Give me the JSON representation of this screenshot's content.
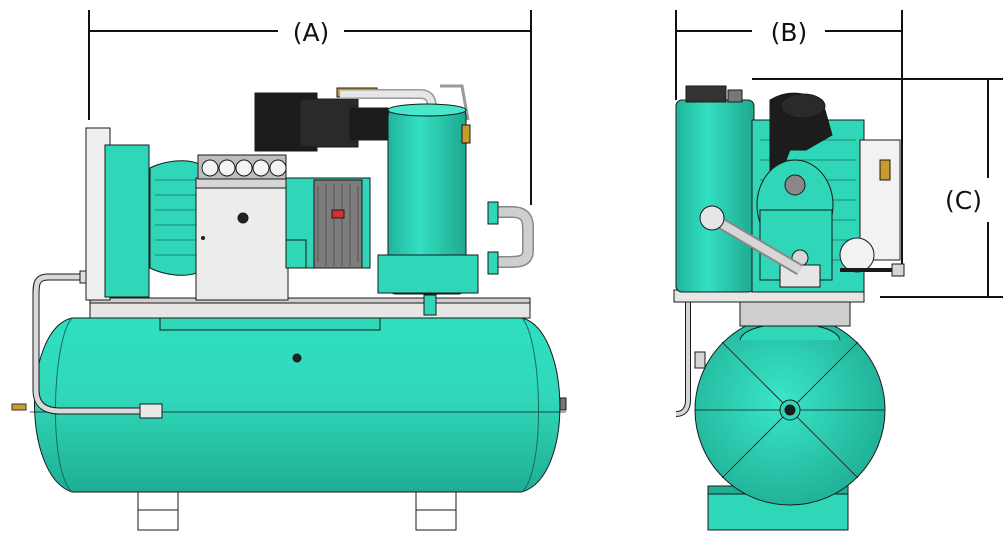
{
  "dimensions": {
    "a_label": "(A)",
    "b_label": "(B)",
    "c_label": "(C)"
  },
  "colors": {
    "body_teal": "#2fd6b8",
    "outline": "#1a1a1a",
    "metal_light": "#e6e6e6",
    "motor_dark": "#1c1c1c",
    "dimension_line": "#111111"
  }
}
